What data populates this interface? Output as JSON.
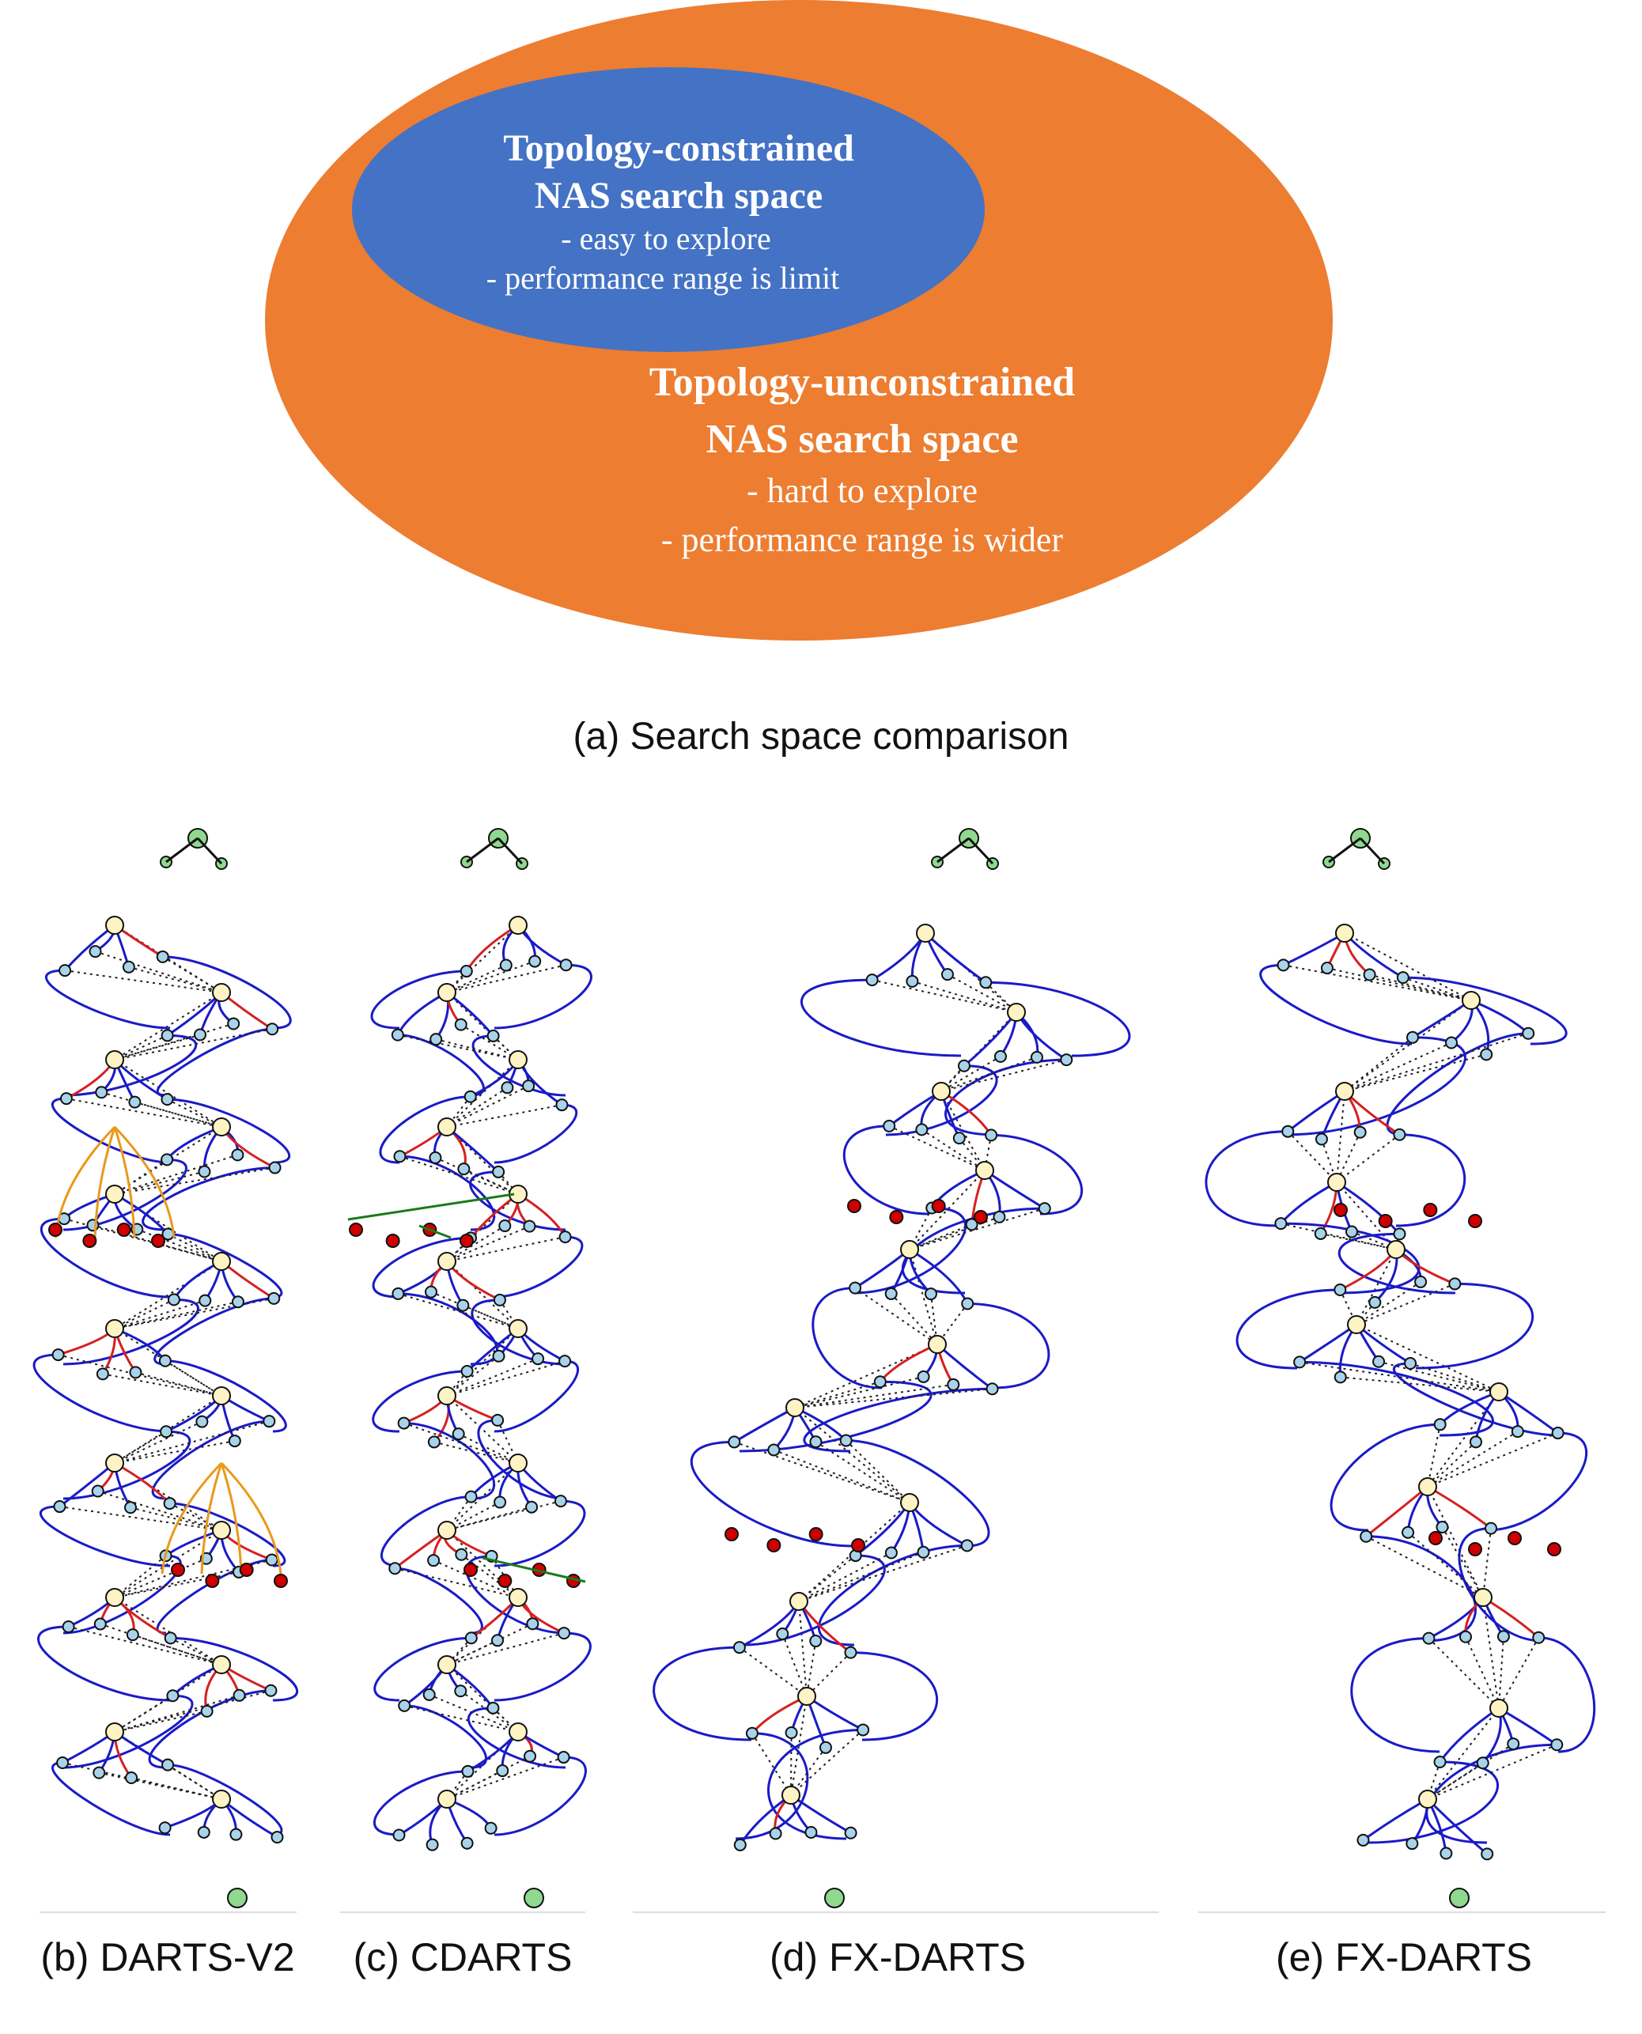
{
  "venn": {
    "inner": {
      "title_line1": "Topology-constrained",
      "title_line2": "NAS search space",
      "bullet1": "- easy to explore",
      "bullet2": "- performance range is limit",
      "color": "#4472c4"
    },
    "outer": {
      "title_line1": "Topology-unconstrained",
      "title_line2": "NAS search space",
      "bullet1": "- hard to explore",
      "bullet2": "- performance range is wider",
      "color": "#ed7d31"
    }
  },
  "captions": {
    "a": "(a) Search space comparison",
    "b": "(b) DARTS-V2",
    "c": "(c) CDARTS",
    "d": "(d) FX-DARTS",
    "e": "(e) FX-DARTS"
  },
  "colors": {
    "cell_node": "#fdf3c4",
    "intermediate_node": "#a8d3ea",
    "io_node": "#8fd98f",
    "reduced_node": "#d00000",
    "edge_primary": "#1a1ac8",
    "edge_secondary": "#d62020",
    "edge_tertiary": "#e89a1a",
    "edge_quaternary": "#1a7a1a"
  }
}
